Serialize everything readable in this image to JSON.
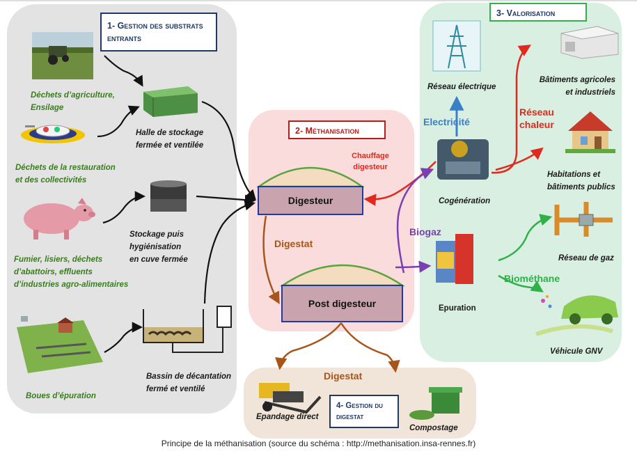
{
  "sections": {
    "gestion_substrats": "1- Gestion des substrats entrants",
    "methanisation": "2- Méthanisation",
    "valorisation": "3- Valorisation",
    "gestion_digestat": "4- Gestion du digestat"
  },
  "inputs": {
    "agriculture": [
      "Déchets d’agriculture,",
      "Ensilage"
    ],
    "restauration": [
      "Déchets de la restauration",
      "et des collectivités"
    ],
    "fumier": [
      "Fumier, lisiers, déchets",
      "d’abattoirs, effluents",
      "d’industries agro-alimentaires"
    ],
    "boues": "Boues d’épuration"
  },
  "storage": {
    "halle": [
      "Halle de stockage",
      "fermée et ventilée"
    ],
    "cuve": [
      "Stockage puis",
      "hygiénisation",
      "en cuve fermée"
    ],
    "bassin": [
      "Bassin de décantation",
      "fermé et ventilé"
    ]
  },
  "tanks": {
    "digesteur": "Digesteur",
    "post_digesteur": "Post digesteur"
  },
  "flows": {
    "chauffage": [
      "Chauffage",
      "digesteur"
    ],
    "digestat_1": "Digestat",
    "digestat_2": "Digestat",
    "electricite": "Electricité",
    "reseau_chaleur": [
      "Réseau",
      "chaleur"
    ],
    "biogaz": "Biogaz",
    "biomethane": "Biométhane"
  },
  "outputs": {
    "reseau_electrique": "Réseau électrique",
    "batiments": [
      "Bâtiments agricoles",
      "et industriels"
    ],
    "habitations": [
      "Habitations et",
      "bâtiments publics"
    ],
    "cogeneration": "Cogénération",
    "reseau_gaz": "Réseau de gaz",
    "epuration": "Epuration",
    "vehicule": "Véhicule GNV",
    "epandage": "Epandage direct",
    "compostage": "Compostage"
  },
  "caption": "Principe de la méthanisation (source du schéma : http://methanisation.insa-rennes.fr)",
  "colors": {
    "panel1": "#e3e3e3",
    "panel2": "#fadcdc",
    "panel3": "#d8efe1",
    "panel4": "#f1e4d8",
    "tank_fill": "#c9a4ae",
    "tank_border": "#1f3aa6",
    "dome": "#6bb04a",
    "arrow_black": "#111111",
    "arrow_red": "#e02a1e",
    "arrow_brown": "#a8551b",
    "arrow_blue": "#3b7fc8",
    "arrow_purple": "#7a3fb0",
    "arrow_green": "#2fb04a"
  }
}
